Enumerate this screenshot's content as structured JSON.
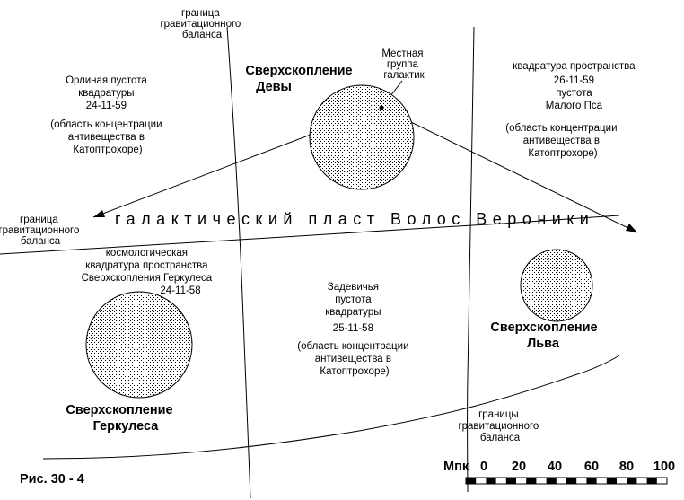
{
  "figure_label": "Рис. 30 - 4",
  "band_label": "галактический пласт Волос Вероники",
  "boundary_top": [
    "граница",
    "гравитационного",
    "баланса"
  ],
  "boundary_left": [
    "граница",
    "гравитационного",
    "баланса"
  ],
  "boundary_bottom": [
    "границы",
    "гравитационного",
    "баланса"
  ],
  "local_group": [
    "Местная",
    "группа",
    "галактик"
  ],
  "virgo": [
    "Сверхскопление",
    "Девы"
  ],
  "leo": [
    "Сверхскопление",
    "Льва"
  ],
  "hercules": [
    "Сверхскопление",
    "Геркулеса"
  ],
  "eagle_void": [
    "Орлиная пустота",
    "квадратуры",
    "24-11-59",
    "(область концентрации",
    "антивещества в",
    "Катоптрохоре)"
  ],
  "canis_minor_void": [
    "квадратура пространства",
    "26-11-59",
    "пустота",
    "Малого Пса",
    "(область концентрации",
    "антивещества в",
    "Катоптрохоре)"
  ],
  "hercules_quadrature": [
    "космологическая",
    "квадратура пространства",
    "Сверхскопления Геркулеса",
    "24-11-58"
  ],
  "virgin_void": [
    "Задевичья",
    "пустота",
    "квадратуры",
    "25-11-58",
    "(область концентрации",
    "антивещества в",
    "Катоптрохоре)"
  ],
  "scale": {
    "unit": "Мпк",
    "ticks": [
      "0",
      "20",
      "40",
      "60",
      "80",
      "100"
    ]
  },
  "colors": {
    "ink": "#000000",
    "background": "#ffffff"
  }
}
